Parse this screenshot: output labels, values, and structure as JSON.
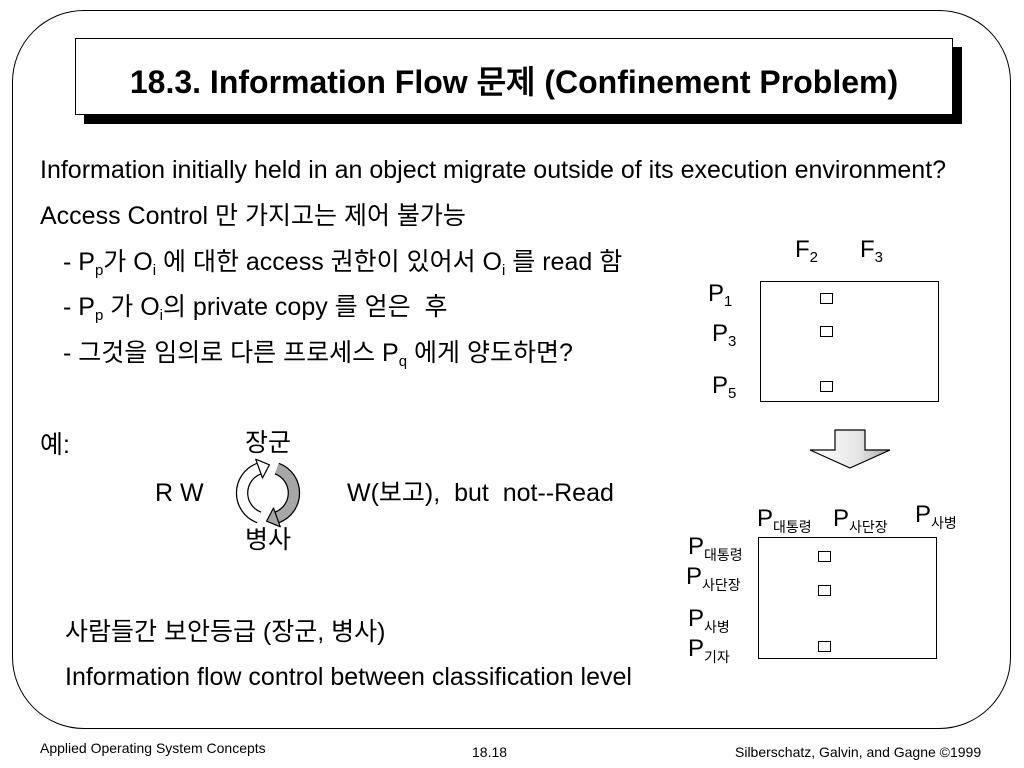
{
  "slide": {
    "title": "18.3. Information Flow 문제 (Confinement Problem)"
  },
  "body": {
    "question": "Information initially held in an object migrate outside of its execution environment?",
    "access_control": "Access Control 만 가지고는 제어 불가능",
    "step1": {
      "t1": "- P",
      "s1": "p",
      "t2": "가 O",
      "s2": "i",
      "t3": " 에 대한 access 권한이 있어서 O",
      "s3": "i",
      "t4": " 를 read 함"
    },
    "step2": {
      "t1": "- P",
      "s1": "p",
      "t2": " 가 O",
      "s2": "i",
      "t3": "의 private copy 를 얻은  후"
    },
    "step3": {
      "t1": "- 그것을 임의로 다른 프로세스 P",
      "s1": "q",
      "t2": " 에게 양도하면?"
    }
  },
  "example": {
    "label": "예:",
    "upper_rank": "장군",
    "lower_rank": "병사",
    "left_rights": "R W",
    "right_rights": "W(보고),  but  not--Read"
  },
  "summary": {
    "security_levels": "사람들간 보안등급 (장군, 병사)",
    "flow_control": "Information flow control between classification level"
  },
  "matrix_objects": {
    "columns": [
      {
        "base": "F",
        "sub": "2"
      },
      {
        "base": "F",
        "sub": "3"
      }
    ],
    "rows": [
      {
        "base": "P",
        "sub": "1",
        "marked": true
      },
      {
        "base": "P",
        "sub": "3",
        "marked": true
      },
      {
        "base": "P",
        "sub": "5",
        "marked": true
      }
    ]
  },
  "matrix_processes": {
    "columns": [
      {
        "base": "P",
        "sub": "대통령"
      },
      {
        "base": "P",
        "sub": "사단장"
      },
      {
        "base": "P",
        "sub": "사병"
      }
    ],
    "rows": [
      {
        "base": "P",
        "sub": "대통령",
        "marked": true
      },
      {
        "base": "P",
        "sub": "사단장",
        "marked": true
      },
      {
        "base": "P",
        "sub": "사병",
        "marked": false
      },
      {
        "base": "P",
        "sub": "기자",
        "marked": true
      }
    ]
  },
  "footer": {
    "course": "Applied Operating System Concepts",
    "page": "18.18",
    "credit": "Silberschatz, Galvin, and Gagne ©1999"
  },
  "colors": {
    "text": "#000000",
    "frame": "#000000",
    "title_shadow": "#000000",
    "arrow_gray": "#a6a6a6"
  }
}
